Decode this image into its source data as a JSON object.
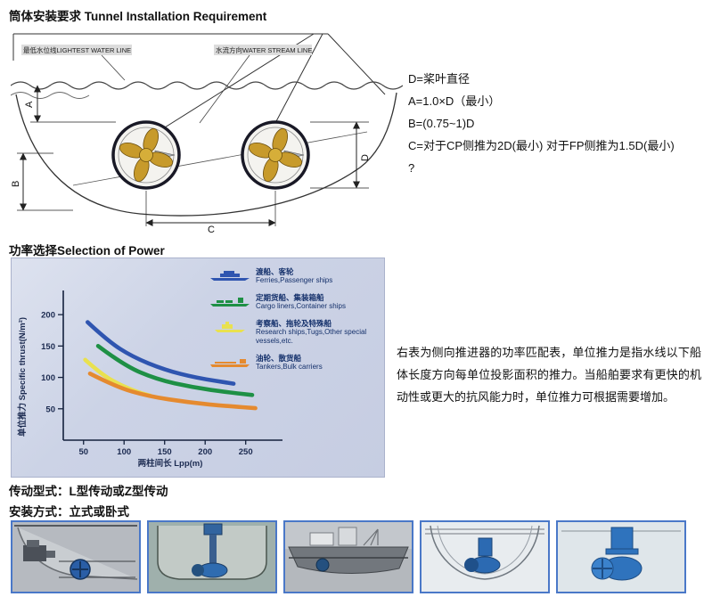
{
  "headings": {
    "tunnel": "筒体安装要求 Tunnel Installation Requirement",
    "power": "功率选择Selection of Power",
    "drive": "传动型式：L型传动或Z型传动",
    "mount": "安装方式：立式或卧式"
  },
  "diagram": {
    "waterline_label": "最低水位线LIGHTEST WATER LINE",
    "stream_label": "水流方向WATER STREAM LINE",
    "dim_a": "A",
    "dim_b": "B",
    "dim_c": "C",
    "dim_d": "D"
  },
  "specs": {
    "lines": [
      "D=桨叶直径",
      "A=1.0×D（最小）",
      "B=(0.75~1)D",
      "C=对于CP侧推为2D(最小) 对于FP侧推为1.5D(最小)",
      "?"
    ]
  },
  "chart_data": {
    "type": "line",
    "title": "",
    "xlabel": "两柱间长 Lpp(m)",
    "ylabel": "单位推力 Specific thrust(N/m²)",
    "x_ticks": [
      50,
      100,
      150,
      200,
      250
    ],
    "y_ticks": [
      50,
      100,
      150,
      200
    ],
    "xlim": [
      25,
      280
    ],
    "ylim": [
      0,
      230
    ],
    "grid": false,
    "legend_position": "top-right",
    "background": "#ccd3e6",
    "series": [
      {
        "name_cn": "渡船、客轮",
        "name_en": "Ferries,Passenger ships",
        "color": "#2f55b0",
        "x": [
          55,
          80,
          110,
          150,
          190,
          235
        ],
        "y": [
          188,
          158,
          133,
          112,
          99,
          90
        ]
      },
      {
        "name_cn": "定期货船、集装箱船",
        "name_en": "Cargo liners,Container ships",
        "color": "#1e9045",
        "x": [
          68,
          100,
          140,
          185,
          230,
          258
        ],
        "y": [
          150,
          119,
          97,
          84,
          76,
          72
        ]
      },
      {
        "name_cn": "考察船、拖轮及特殊船",
        "name_en": "Research ships,Tugs,Other special vessels,etc.",
        "color": "#e9e14f",
        "x": [
          52,
          72,
          95,
          118,
          132
        ],
        "y": [
          128,
          105,
          88,
          76,
          71
        ]
      },
      {
        "name_cn": "油轮、散货船",
        "name_en": "Tankers,Bulk carriers",
        "color": "#e58a2f",
        "x": [
          58,
          90,
          130,
          180,
          230,
          262
        ],
        "y": [
          106,
          85,
          70,
          60,
          54,
          51
        ]
      }
    ]
  },
  "description": "右表为侧向推进器的功率匹配表，单位推力是指水线以下船体长度方向每单位投影面积的推力。当船舶要求有更快的机动性或更大的抗风能力时，单位推力可根据需要增加。",
  "images": [
    {
      "name": "horizontal-drive-installation-image"
    },
    {
      "name": "vertical-drive-installation-image"
    },
    {
      "name": "vessel-side-view-image"
    },
    {
      "name": "hull-section-thruster-image"
    },
    {
      "name": "thruster-unit-closeup-image"
    }
  ]
}
